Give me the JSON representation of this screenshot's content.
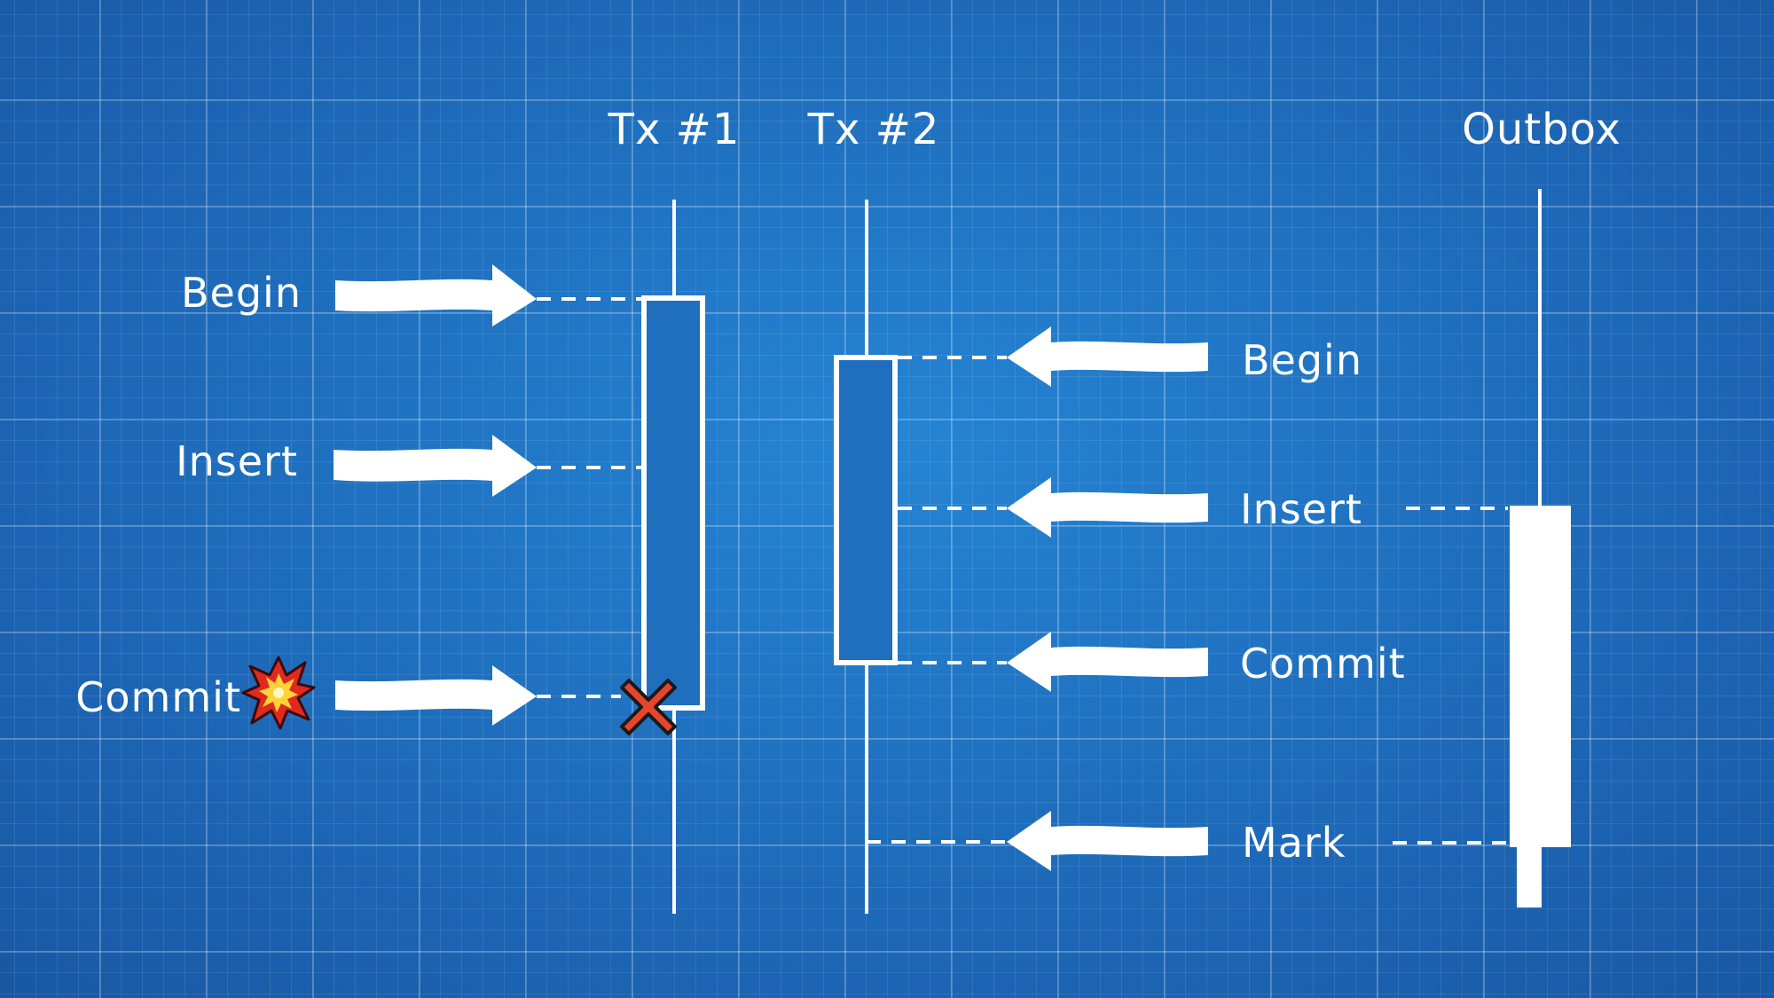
{
  "lanes": {
    "tx1": "Tx #1",
    "tx2": "Tx #2",
    "outbox": "Outbox"
  },
  "tx1_steps": {
    "begin": "Begin",
    "insert": "Insert",
    "commit": "Commit"
  },
  "tx2_steps": {
    "begin": "Begin",
    "insert": "Insert",
    "commit": "Commit",
    "mark": "Mark"
  },
  "colors": {
    "background": "#1f6fbe",
    "ink": "#ffffff",
    "fail_mark": "#e8452c",
    "explosion_outer": "#e02a1f",
    "explosion_inner": "#ffd23a"
  },
  "icons": {
    "commit_failure": "explosion-icon",
    "abort": "cross-icon"
  }
}
